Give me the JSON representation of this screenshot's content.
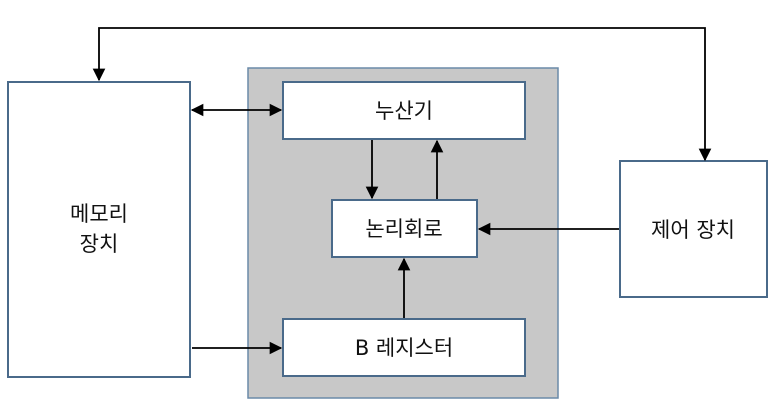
{
  "diagram": {
    "memory": {
      "line1": "메모리",
      "line2": "장치"
    },
    "accumulator": {
      "label": "누산기"
    },
    "logic_circuit": {
      "label": "논리회로"
    },
    "b_register": {
      "label": "B 레지스터"
    },
    "control_unit": {
      "label": "제어 장치"
    }
  },
  "colors": {
    "box_border": "#4a6a8a",
    "panel_fill": "#c8c8c8",
    "panel_border": "#6a8aa8",
    "arrow": "#000000",
    "text": "#111111"
  }
}
